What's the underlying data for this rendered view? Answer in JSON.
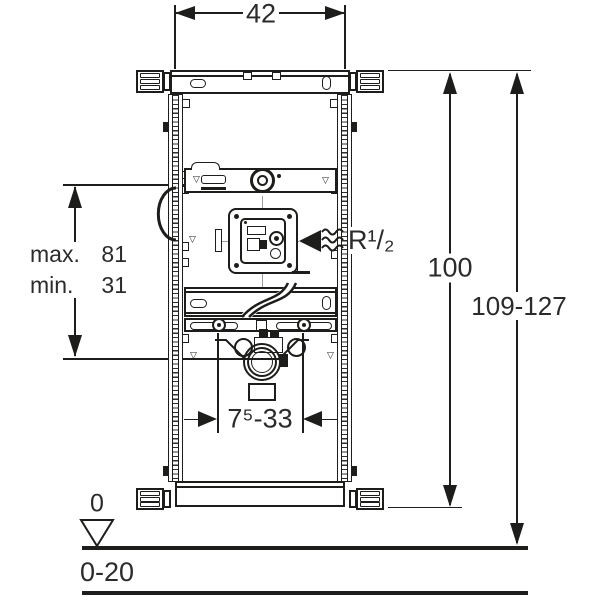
{
  "labels": {
    "top_width": "42",
    "frame_height": "100",
    "total_height": "109-127",
    "max": {
      "label": "max.",
      "value": "81"
    },
    "min": {
      "label": "min.",
      "value": "31"
    },
    "thread": "R¹/₂",
    "trap_height_range": "7⁵-33",
    "floor_zero": "0",
    "floor_finish_range": "0-20"
  },
  "icons": {
    "detail_marker": "▽"
  },
  "colors": {
    "line": "#1d1d1b",
    "guide_gray": "#9d9d9c",
    "text": "#2b2b2b",
    "background": "#ffffff"
  }
}
